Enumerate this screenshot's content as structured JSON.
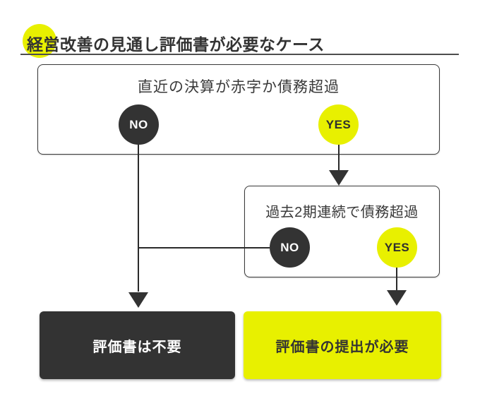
{
  "title": {
    "text": "経営改善の見通し評価書が必要なケース"
  },
  "colors": {
    "accent_yellow": "#e8f000",
    "dark": "#333333",
    "line": "#2a2a2a",
    "background": "#ffffff"
  },
  "flow": {
    "question1": {
      "text": "直近の決算が赤字か債務超過",
      "no_label": "NO",
      "yes_label": "YES"
    },
    "question2": {
      "text": "過去2期連続で債務超過",
      "no_label": "NO",
      "yes_label": "YES"
    },
    "result_negative": {
      "text": "評価書は不要"
    },
    "result_positive": {
      "text": "評価書の提出が必要"
    }
  },
  "icons": {
    "arrow_down": "arrow-down-triangle",
    "highlight": "yellow-circle-highlight"
  }
}
